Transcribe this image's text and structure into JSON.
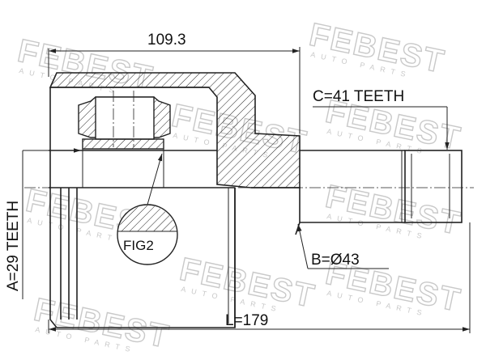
{
  "diagram": {
    "dimension_width": "109.3",
    "label_outer_spline": "C=41 TEETH",
    "label_diameter": "B=Ø43",
    "label_length": "L=179",
    "label_inner_spline": "A=29 TEETH",
    "label_detail": "FIG2"
  },
  "watermark": {
    "brand": "FEBEST",
    "tagline": "AUTO PARTS"
  },
  "colors": {
    "line": "#222222",
    "watermark": "#c9c9c9"
  }
}
